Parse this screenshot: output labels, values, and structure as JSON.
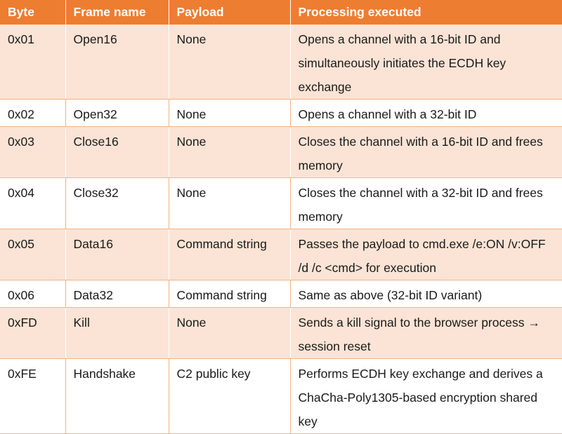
{
  "headers": [
    "Byte",
    "Frame name",
    "Payload",
    "Processing executed"
  ],
  "rows": [
    {
      "byte": "0x01",
      "frame": "Open16",
      "payload": "None",
      "processing": "Opens a channel with a 16-bit ID and simultaneously initiates the ECDH key exchange"
    },
    {
      "byte": "0x02",
      "frame": "Open32",
      "payload": "None",
      "processing": "Opens a channel with a 32-bit ID"
    },
    {
      "byte": "0x03",
      "frame": "Close16",
      "payload": "None",
      "processing": "Closes the channel with a 16-bit ID and frees memory"
    },
    {
      "byte": "0x04",
      "frame": "Close32",
      "payload": "None",
      "processing": "Closes the channel with a 32-bit ID and frees memory"
    },
    {
      "byte": "0x05",
      "frame": "Data16",
      "payload": "Command string",
      "processing": "Passes the payload to cmd.exe /e:ON /v:OFF /d /c <cmd> for execution"
    },
    {
      "byte": "0x06",
      "frame": "Data32",
      "payload": "Command string",
      "processing": "Same as above (32-bit ID variant)"
    },
    {
      "byte": "0xFD",
      "frame": "Kill",
      "payload": "None",
      "processing": "Sends a kill signal to the browser process → session reset"
    },
    {
      "byte": "0xFE",
      "frame": "Handshake",
      "payload": "C2 public key",
      "processing": "Performs ECDH key exchange and derives a ChaCha-Poly1305-based encryption shared key"
    }
  ]
}
